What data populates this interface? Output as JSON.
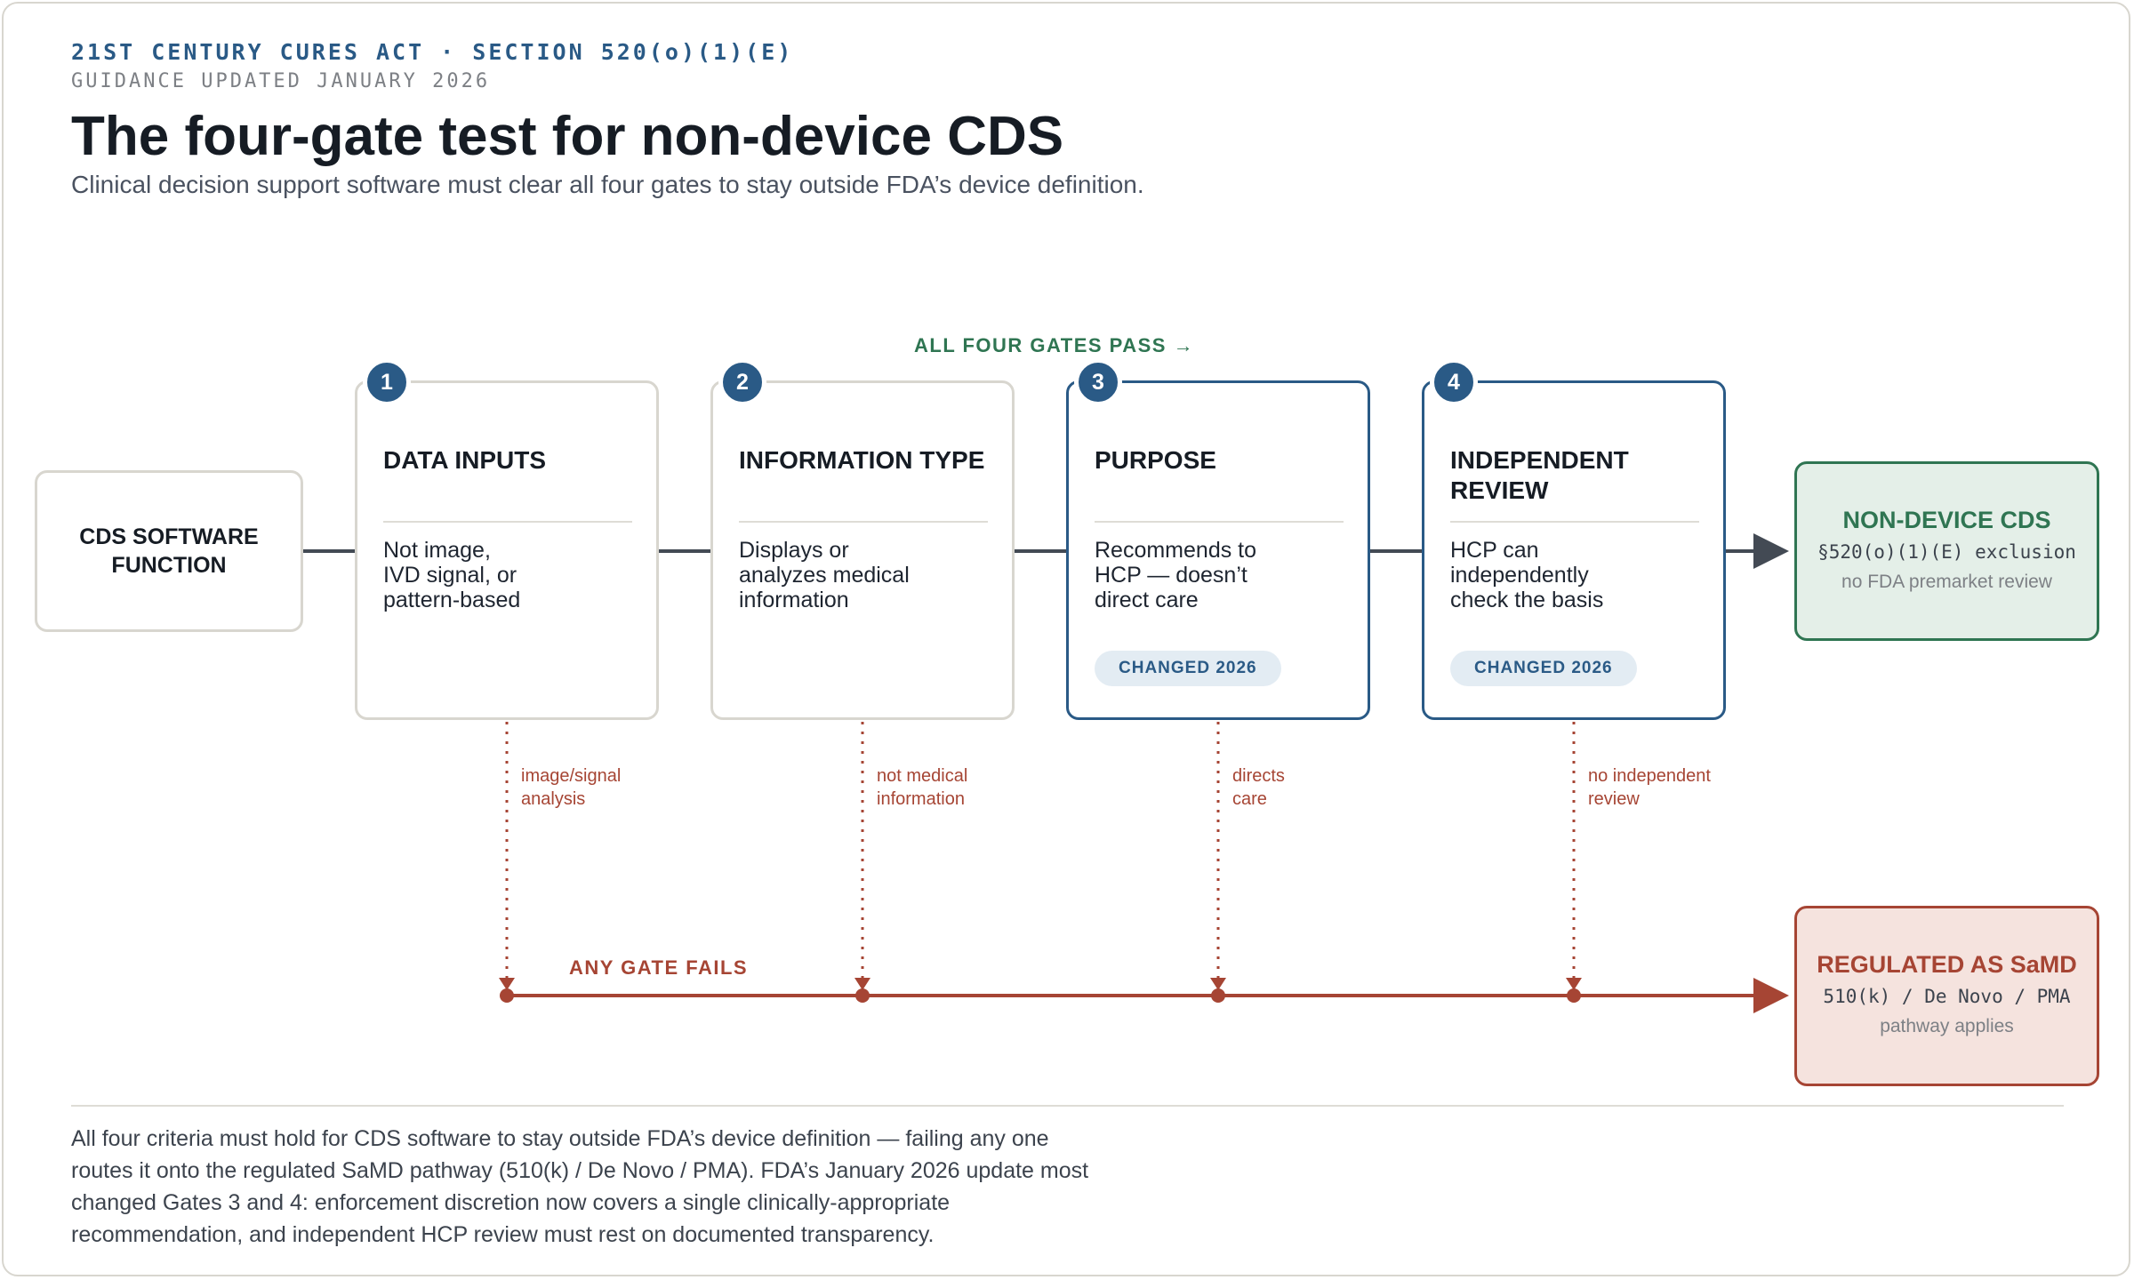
{
  "header": {
    "eyebrow": "21ST CENTURY CURES ACT · SECTION 520(o)(1)(E)",
    "updated": "GUIDANCE UPDATED JANUARY 2026",
    "title": "The four-gate test for non-device CDS",
    "subtitle": "Clinical decision support software must clear all four gates to stay outside FDA’s device definition."
  },
  "start_node": {
    "label": "CDS SOFTWARE FUNCTION"
  },
  "gates": [
    {
      "number": "1",
      "title": "DATA INPUTS",
      "description": "Not image,\nIVD signal, or\npattern-based",
      "changed_tag": "",
      "fail_reason": "image/signal\nanalysis"
    },
    {
      "number": "2",
      "title": "INFORMATION TYPE",
      "description": "Displays or\nanalyzes medical\ninformation",
      "changed_tag": "",
      "fail_reason": "not medical\ninformation"
    },
    {
      "number": "3",
      "title": "PURPOSE",
      "description": "Recommends to\nHCP — doesn’t\ndirect care",
      "changed_tag": "CHANGED 2026",
      "fail_reason": "directs\ncare"
    },
    {
      "number": "4",
      "title": "INDEPENDENT REVIEW",
      "description": "HCP can\nindependently\ncheck the basis",
      "changed_tag": "CHANGED 2026",
      "fail_reason": "no independent\nreview"
    }
  ],
  "flow_labels": {
    "pass": "ALL FOUR GATES PASS →",
    "fail": "ANY GATE FAILS"
  },
  "outcomes": {
    "pass": {
      "title": "NON-DEVICE CDS",
      "detail": "§520(o)(1)(E) exclusion",
      "note": "no FDA premarket review"
    },
    "fail": {
      "title": "REGULATED AS SaMD",
      "detail": "510(k) / De Novo / PMA",
      "note": "pathway applies"
    }
  },
  "footnote": "All four criteria must hold for CDS software to stay outside FDA’s device definition — failing any one routes it onto the regulated SaMD pathway (510(k) / De Novo / PMA). FDA’s January 2026 update most changed Gates 3 and 4: enforcement discretion now covers a single clinically-appropriate recommendation, and independent HCP review must rest on documented transparency.",
  "colors": {
    "gate_accent": "#2a5a86",
    "pass_green": "#2f7552",
    "fail_red": "#a64534",
    "neutral_border": "#d8d6cf"
  }
}
